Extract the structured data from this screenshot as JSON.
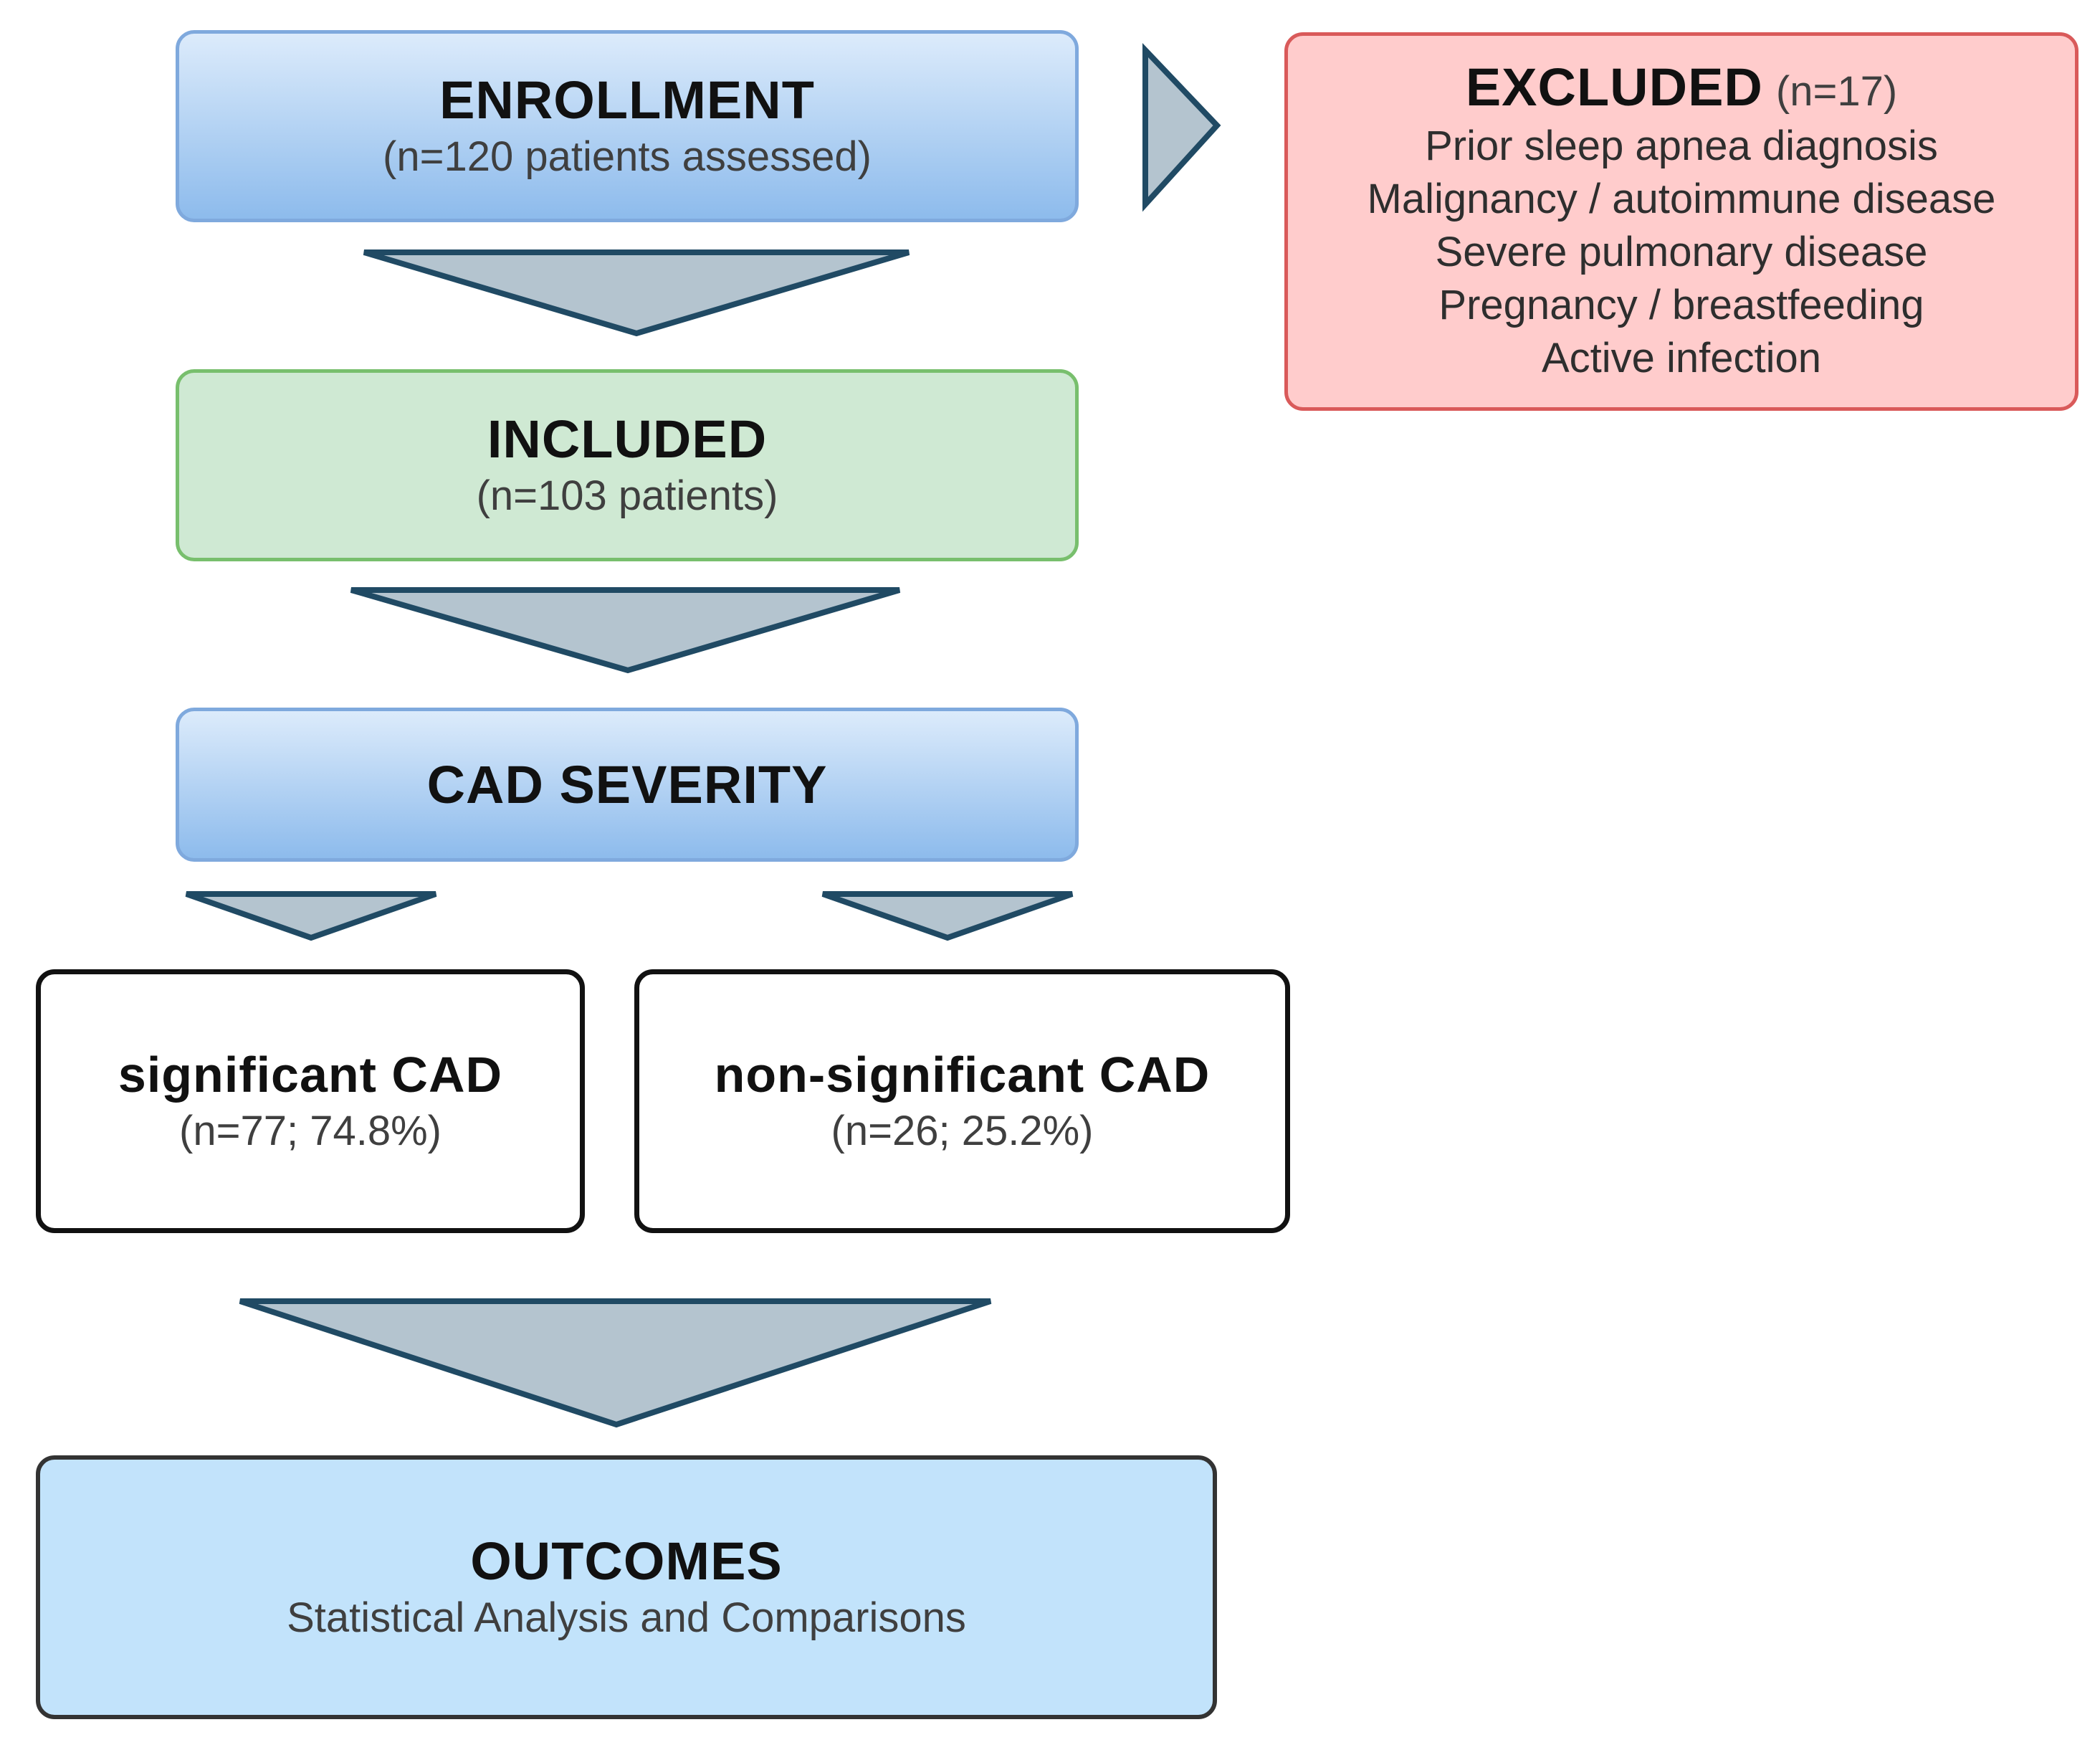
{
  "enrollment": {
    "title": "ENROLLMENT",
    "subtitle": "(n=120 patients assessed)"
  },
  "excluded": {
    "title": "EXCLUDED",
    "count": "(n=17)",
    "reasons": [
      "Prior sleep apnea diagnosis",
      "Malignancy / autoimmune disease",
      "Severe pulmonary disease",
      "Pregnancy / breastfeeding",
      "Active infection"
    ]
  },
  "included": {
    "title": "INCLUDED",
    "subtitle": "(n=103 patients)"
  },
  "cad_severity": {
    "title": "CAD SEVERITY"
  },
  "significant": {
    "title": "significant CAD",
    "subtitle": "(n=77; 74.8%)"
  },
  "non_significant": {
    "title": "non-significant CAD",
    "subtitle": "(n=26; 25.2%)"
  },
  "outcomes": {
    "title": "OUTCOMES",
    "subtitle": "Statistical Analysis and Comparisons"
  },
  "colors": {
    "arrow_fill": "#b4c4cf",
    "arrow_stroke": "#204a64",
    "enrollment_fill": "#8dbbec",
    "included_fill": "#cfe9d3",
    "excluded_fill": "#ffcccc",
    "outcomes_fill": "#c2e3fb"
  }
}
